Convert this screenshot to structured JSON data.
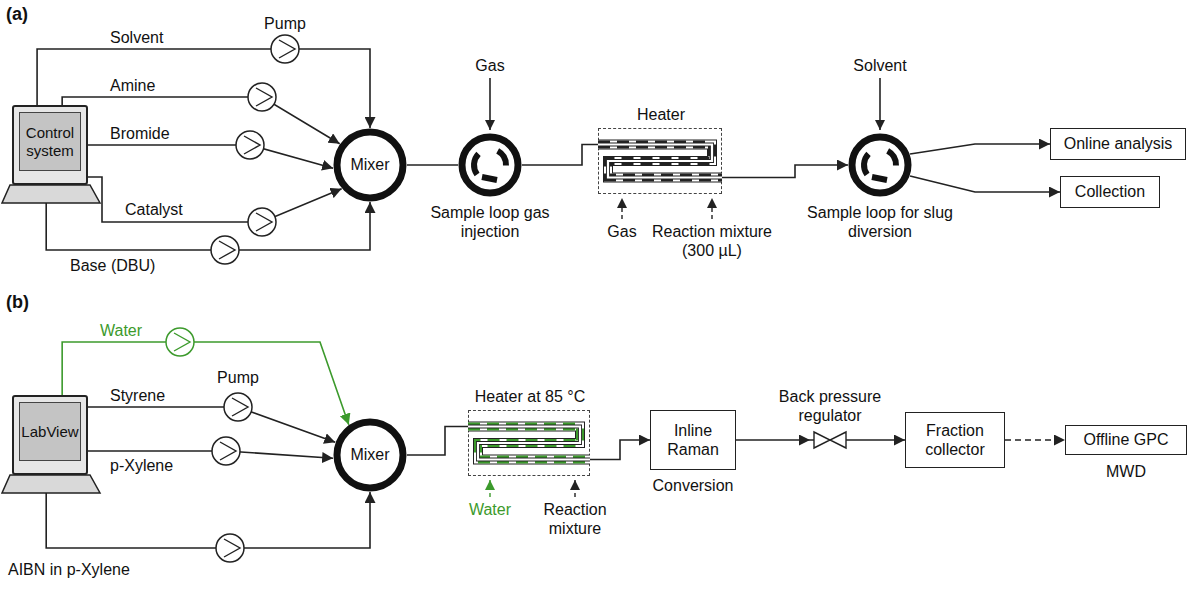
{
  "diagram": {
    "nodes": [
      {
        "text": [
          "Control system"
        ]
      },
      {
        "text": [
          "Mixer"
        ]
      },
      {
        "text": [
          "Sample loop gas injection"
        ]
      },
      {
        "text": [
          "Heater"
        ]
      },
      {
        "text": [
          "Sample loop for slug diversion"
        ]
      },
      {
        "text": [
          "Online analysis"
        ]
      },
      {
        "text": [
          "Collection"
        ]
      },
      {
        "text": [
          "LabView"
        ]
      },
      {
        "text": [
          "Mixer"
        ]
      },
      {
        "text": [
          "Heater at 85 °C"
        ]
      },
      {
        "text": [
          "Inline Raman"
        ]
      },
      {
        "text": [
          "Back pressure regulator"
        ]
      },
      {
        "text": [
          "Fraction collector"
        ]
      },
      {
        "text": [
          "Offline GPC"
        ]
      }
    ],
    "edges": [
      {
        "from": 0,
        "to": 1,
        "arrow": "to",
        "label": "Solvent"
      },
      {
        "from": 0,
        "to": 1,
        "arrow": "to",
        "label": "Amine"
      },
      {
        "from": 0,
        "to": 1,
        "arrow": "to",
        "label": "Bromide"
      },
      {
        "from": 0,
        "to": 1,
        "arrow": "to",
        "label": "Catalyst"
      },
      {
        "from": 0,
        "to": 1,
        "arrow": "to",
        "label": "Base (DBU)"
      },
      {
        "from": 1,
        "to": 2,
        "arrow": "none"
      },
      {
        "from": 2,
        "to": 3,
        "arrow": "none"
      },
      {
        "from": 3,
        "to": 4,
        "arrow": "to"
      },
      {
        "from": 4,
        "to": 5,
        "arrow": "to"
      },
      {
        "from": 4,
        "to": 6,
        "arrow": "to"
      },
      {
        "from": 7,
        "to": 8,
        "arrow": "to",
        "label": "Water"
      },
      {
        "from": 7,
        "to": 8,
        "arrow": "to",
        "label": "Styrene"
      },
      {
        "from": 7,
        "to": 8,
        "arrow": "to",
        "label": "p-Xylene"
      },
      {
        "from": 7,
        "to": 8,
        "arrow": "to",
        "label": "AIBN in p-Xylene"
      },
      {
        "from": 8,
        "to": 9,
        "arrow": "none"
      },
      {
        "from": 9,
        "to": 10,
        "arrow": "to"
      },
      {
        "from": 10,
        "to": 11,
        "arrow": "to"
      },
      {
        "from": 11,
        "to": 12,
        "arrow": "to"
      },
      {
        "from": 12,
        "to": 13,
        "arrow": "to"
      }
    ],
    "labels": [
      "(a)",
      "Pump",
      "Gas",
      "Gas",
      "Reaction mixture (300 µL)",
      "Solvent",
      "(b)",
      "Pump",
      "Water",
      "Reaction mixture",
      "Conversion",
      "MWD"
    ]
  }
}
